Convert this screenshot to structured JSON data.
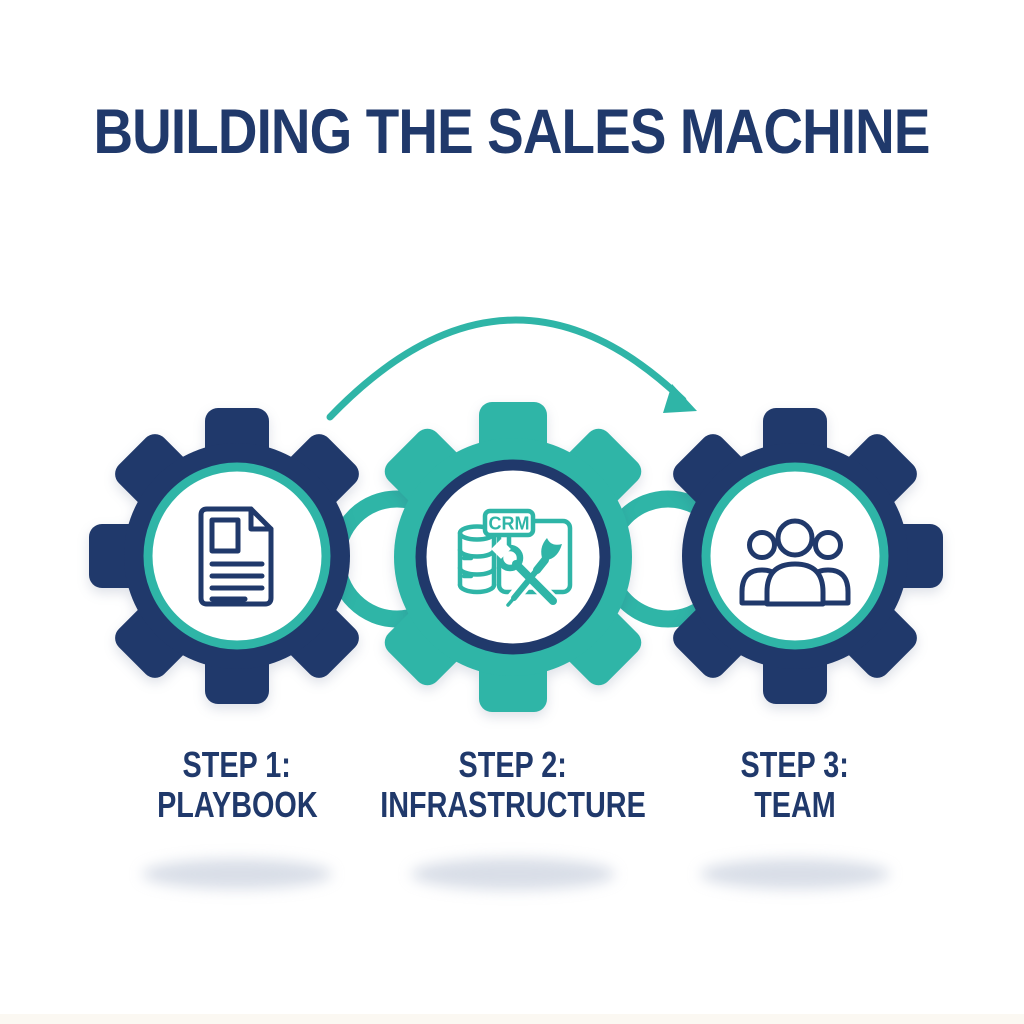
{
  "title": "BUILDING THE SALES MACHINE",
  "colors": {
    "navy": "#20396b",
    "teal": "#2fb5a7",
    "background": "#ffffff",
    "shadow": "#b3bdd0"
  },
  "steps": [
    {
      "step": "STEP 1:",
      "name": "PLAYBOOK",
      "icon": "document-icon",
      "gear_color": "navy"
    },
    {
      "step": "STEP 2:",
      "name": "INFRASTRUCTURE",
      "icon": "crm-system-tools-icon",
      "gear_color": "teal",
      "icon_text": "CRM"
    },
    {
      "step": "STEP 3:",
      "name": "TEAM",
      "icon": "team-icon",
      "gear_color": "navy"
    }
  ]
}
